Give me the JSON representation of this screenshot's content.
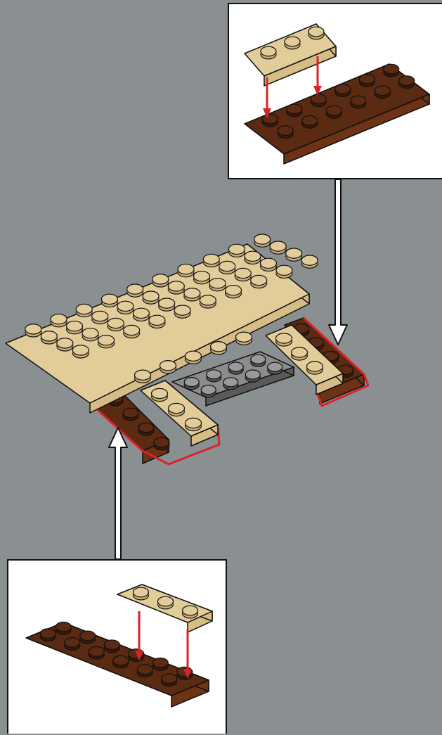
{
  "colors": {
    "background": "#8a8f92",
    "tan": "#e2cc9a",
    "tan_dark": "#c9b07a",
    "tan_side": "#d6bd86",
    "brown": "#5a2a12",
    "brown_side": "#6e3214",
    "brown_stud": "#3a1a0a",
    "gray": "#8c8c8c",
    "gray_dark": "#5a5a5a",
    "highlight": "#d8232a",
    "arrow": "#d8232a",
    "outline": "#111111"
  },
  "diagram": {
    "main_assembly": "tan-plate-with-two-brown-legs",
    "callout_top": {
      "steps": [
        "place-tan-1x3-plate-on-brown-2x6-plate"
      ]
    },
    "callout_bottom": {
      "steps": [
        "place-tan-1x3-plate-on-brown-2x6-plate"
      ]
    },
    "icons": [
      "down-arrow-icon",
      "up-arrow-icon",
      "placement-arrow-icon"
    ]
  }
}
